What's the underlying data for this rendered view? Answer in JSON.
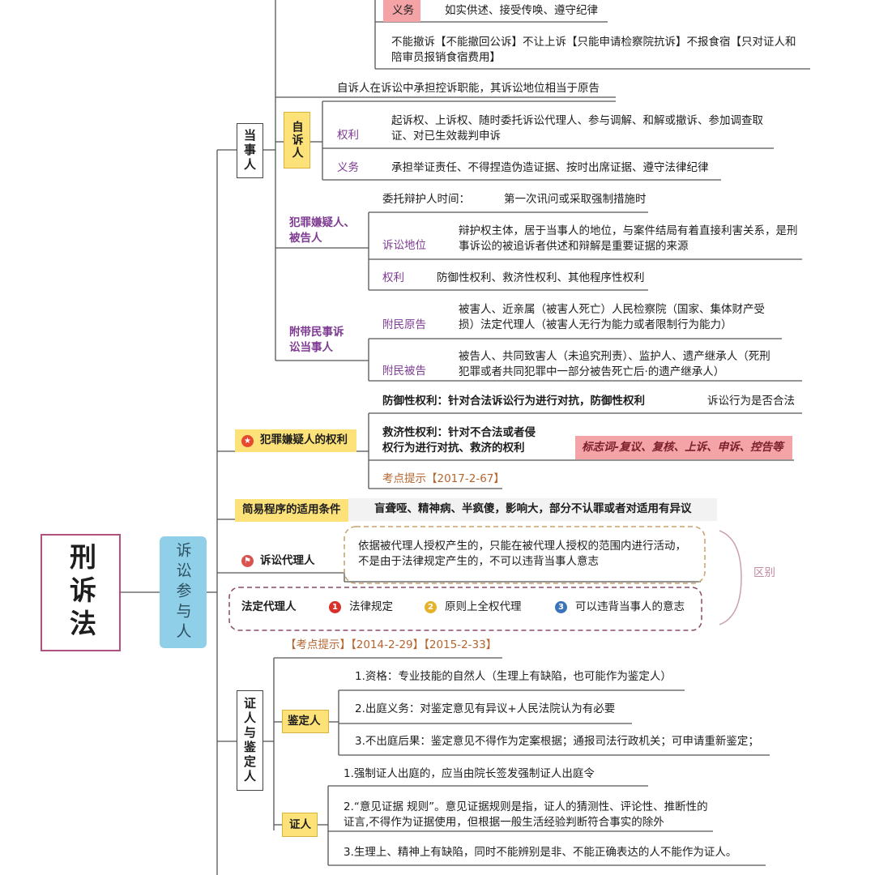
{
  "root": {
    "label": "刑诉法"
  },
  "hub": {
    "label": "诉讼参与人"
  },
  "party": {
    "label": "当事人",
    "victim": {
      "duty_label": "义务",
      "duty_text": "如实供述、接受传唤、遵守纪律",
      "restrict_text": "不能撤诉【不能撤回公诉】不让上诉【只能申请检察院抗诉】不报食宿【只对证人和陪审员报销食宿费用】"
    },
    "private_prosecutor": {
      "label": "自诉人",
      "intro": "自诉人在诉讼中承担控诉职能，其诉讼地位相当于原告",
      "rights_label": "权利",
      "rights_text": "起诉权、上诉权、随时委托诉讼代理人、参与调解、和解或撤诉、参加调查取证、对已生效裁判申诉",
      "duty_label": "义务",
      "duty_text": "承担举证责任、不得捏造伪造证据、按时出席证据、遵守法律纪律"
    },
    "suspect": {
      "label": "犯罪嫌疑人、被告人",
      "entrust_label": "委托辩护人时间：",
      "entrust_text": "第一次讯问或采取强制措施时",
      "status_label": "诉讼地位",
      "status_text": "辩护权主体，居于当事人的地位，与案件结局有着直接利害关系，是刑事诉讼的被追诉者供述和辩解是重要证据的来源",
      "rights_label": "权利",
      "rights_text": "防御性权利、救济性权利、其他程序性权利"
    },
    "civil": {
      "label": "附带民事诉讼当事人",
      "plaintiff_label": "附民原告",
      "plaintiff_text": "被害人、近亲属（被害人死亡）人民检察院（国家、集体财产受损）法定代理人（被害人无行为能力或者限制行为能力）",
      "defendant_label": "附民被告",
      "defendant_text": "被告人、共同致害人（未追究刑责）、监护人、遗产继承人（死刑犯罪或者共同犯罪中一部分被告死亡后·的遗产继承人）"
    }
  },
  "suspect_rights": {
    "label": "犯罪嫌疑人的权利",
    "defense_text": "防御性权利：针对合法诉讼行为进行对抗，防御性权利",
    "defense_note": "诉讼行为是否合法",
    "relief_text": "救济性权利：针对不合法或者侵权行为进行对抗、救济的权利",
    "relief_keywords": "标志词-复议、复核、上诉、申诉、控告等",
    "exam_hint": "考点提示【2017-2-67】"
  },
  "simplified": {
    "label": "简易程序的适用条件",
    "text": "盲聋哑、精神病、半疯傻，影响大，部分不认罪或者对适用有异议"
  },
  "agent": {
    "label": "诉讼代理人",
    "text": "依据被代理人授权产生的，只能在被代理人授权的范围内进行活动，不是由于法律规定产生的，不可以违背当事人意志",
    "diff_label": "区别"
  },
  "legal_rep": {
    "label": "法定代理人",
    "items": [
      {
        "num": "1",
        "text": "法律规定"
      },
      {
        "num": "2",
        "text": "原则上全权代理"
      },
      {
        "num": "3",
        "text": "可以违背当事人的意志"
      }
    ]
  },
  "witness_expert": {
    "label": "证人与鉴定人",
    "exam_hint": "【考点提示】【2014-2-29】【2015-2-33】",
    "expert": {
      "label": "鉴定人",
      "items": [
        "1.资格：专业技能的自然人（生理上有缺陷，也可能作为鉴定人）",
        "2.出庭义务：对鉴定意见有异议+人民法院认为有必要",
        "3.不出庭后果：鉴定意见不得作为定案根据；通报司法行政机关；可申请重新鉴定；"
      ]
    },
    "witness": {
      "label": "证人",
      "items": [
        "1.强制证人出庭的，应当由院长签发强制证人出庭令",
        "2.“意见证据 规则”。意见证据规则是指，证人的猜测性、评论性、推断性的证言,不得作为证据使用，但根据一般生活经验判断符合事实的除外",
        "3.生理上、精神上有缺陷，同时不能辨别是非、不能正确表达的人不能作为证人。"
      ]
    }
  },
  "colors": {
    "hub_fill": "#8fd0e8",
    "root_border": "#b0527d",
    "tag_yellow": "#fde27a",
    "tag_pink": "#f4a3a6",
    "purple_text": "#7e3a92",
    "orange_text": "#b5652f"
  }
}
